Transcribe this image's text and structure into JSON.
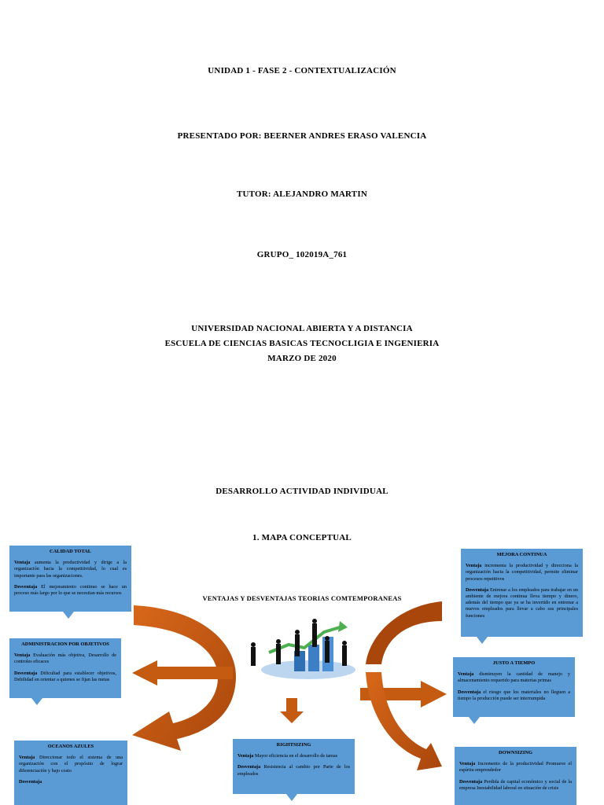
{
  "header": {
    "line1": "UNIDAD 1 - FASE 2 - CONTEXTUALIZACIÓN",
    "line2": "PRESENTADO POR: BEERNER ANDRES ERASO VALENCIA",
    "line3": "TUTOR: ALEJANDRO MARTIN",
    "line4": "GRUPO_ 102019A_761",
    "line5": "UNIVERSIDAD NACIONAL ABIERTA Y A DISTANCIA",
    "line6": "ESCUELA DE CIENCIAS BASICAS TECNOCLIGIA E INGENIERIA",
    "line7": "MARZO DE 2020"
  },
  "section": {
    "title": "DESARROLLO ACTIVIDAD INDIVIDUAL",
    "subtitle": "1.   MAPA CONCEPTUAL",
    "map_title": "VENTAJAS Y DESVENTAJAS TEORIAS COMTEMPORANEAS"
  },
  "colors": {
    "box": "#5b9bd5",
    "arrow": "#c55a11",
    "arrow_dark": "#a0430a"
  },
  "icons": {
    "center_image": "business-team-chart-image"
  },
  "boxes": {
    "calidad": {
      "title": "CALIDAD TOTAL",
      "v_label": "Ventaja",
      "v_text": " aumenta la productividad y dirige a la organización hacia la competitividad, lo cual es importante para las organizaciones.",
      "d_label": "Desventaja",
      "d_text": "  El mejoramiento continuo se hace un proceso más largo por lo que se necesitan más recursos"
    },
    "admin": {
      "title": "ADMINISTRACION POR OBJETIVOS",
      "v_label": "Ventaja",
      "v_text": " Evaluación más objetiva, Desarrollo de controles eficaces",
      "d_label": "Desventaja",
      "d_text": "  Dificultad para establecer objetivos, Debilidad en  orientar a quienes se fijan las metas"
    },
    "oceanos": {
      "title": "OCEANOS AZULES",
      "v_label": "Ventaja",
      "v_text": " Direccionar todo el sistema de una organización con el propósito de lograr diferenciación y bajo costo",
      "d_label": "Desventaja",
      "d_text": ""
    },
    "rightsizing": {
      "title": "RIGHTSIZING",
      "v_label": "Ventaja",
      "v_text": "  Mayor eficiencia en el desarrollo de tareas",
      "d_label": "Desventaja",
      "d_text": "  Resistencia al cambio por Parte de los empleados"
    },
    "mejora": {
      "title": "MEJORA CONTINUA",
      "v_label": "Ventaja",
      "v_text": "  incrementa la productividad y direcciona la organización hacia la competitividad, permite eliminar procesos repetitivos",
      "d_label": "Desventaja",
      "d_text": "  Entrenar a los empleados para trabajar en un ambiente de mejora continua lleva tiempo y dinero, además del tiempo que ya se ha invertido en entrenar a nuevos empleados para llevar a cabo sus principales funciones"
    },
    "justo": {
      "title": "JUSTO A TIEMPO",
      "v_label": "Ventaja",
      "v_text": "  disminuyen la cantidad de manejo y almacenamiento requerido para materias primas",
      "d_label": "Desventaja",
      "d_text": "  el riesgo que los materiales no lleguen a tiempo la producción puede ser interrumpida"
    },
    "downsizing": {
      "title": "DOWNSIZING",
      "v_label": "Ventaja",
      "v_text": "  Incremento de la productividad Promueve el espíritu emprendedor",
      "d_label": "Desventaja",
      "d_text": "  Perdida de capital económico y social de la empresa Inestabilidad laboral en situación de crisis"
    }
  }
}
